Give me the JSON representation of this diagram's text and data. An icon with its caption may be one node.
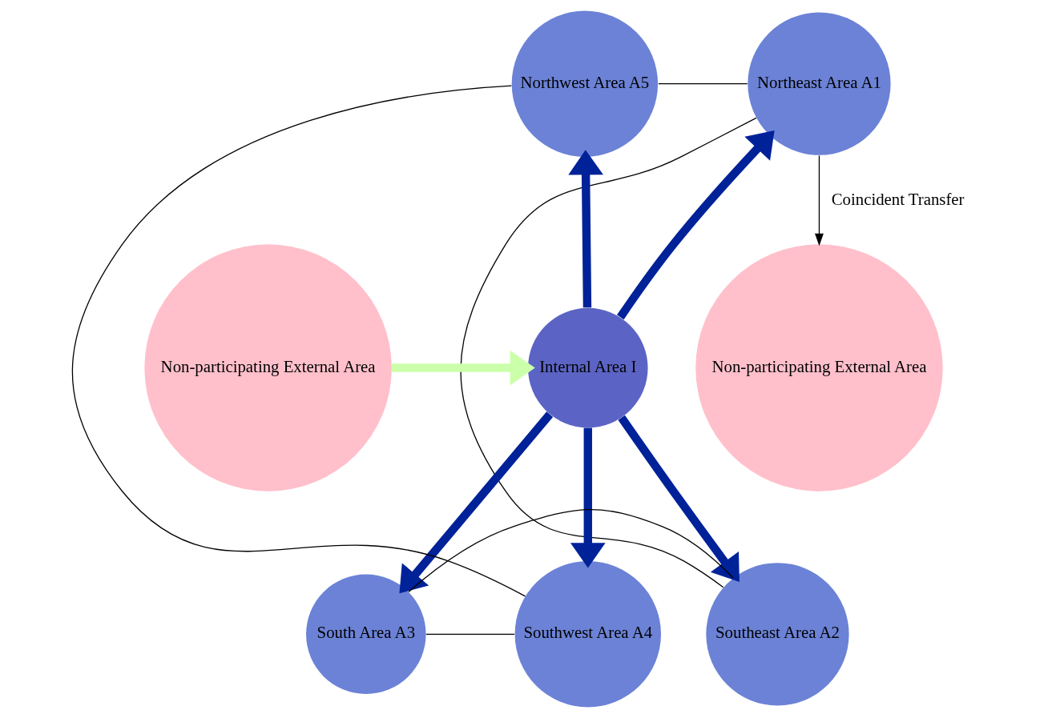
{
  "diagram": {
    "nodes": [
      {
        "text": [
          "Northwest Area A5"
        ]
      },
      {
        "text": [
          "Northeast Area A1"
        ]
      },
      {
        "text": [
          "Non-participating External Area"
        ]
      },
      {
        "text": [
          "Internal Area I"
        ]
      },
      {
        "text": [
          "Non-participating External Area"
        ]
      },
      {
        "text": [
          "Southwest Area A4"
        ]
      },
      {
        "text": [
          "Southeast Area A2"
        ]
      },
      {
        "text": [
          "South Area A3"
        ]
      }
    ],
    "edges": [
      {
        "from": 3,
        "to": 0,
        "arrow": "to",
        "style": "thick",
        "color": "#002299"
      },
      {
        "from": 3,
        "to": 1,
        "arrow": "to",
        "style": "thick",
        "color": "#002299"
      },
      {
        "from": 3,
        "to": 5,
        "arrow": "to",
        "style": "thick",
        "color": "#002299"
      },
      {
        "from": 3,
        "to": 7,
        "arrow": "to",
        "style": "thick",
        "color": "#002299"
      },
      {
        "from": 3,
        "to": 6,
        "arrow": "to",
        "style": "thick",
        "color": "#002299"
      },
      {
        "from": 2,
        "to": 3,
        "arrow": "to",
        "style": "thick",
        "color": "#ccffaa"
      },
      {
        "from": 1,
        "to": 4,
        "arrow": "to",
        "label": "Coincident Transfer"
      },
      {
        "from": 0,
        "to": 1,
        "arrow": "none"
      },
      {
        "from": 1,
        "to": 6,
        "arrow": "none"
      },
      {
        "from": 6,
        "to": 7,
        "arrow": "none"
      },
      {
        "from": 7,
        "to": 5,
        "arrow": "none"
      },
      {
        "from": 5,
        "to": 0,
        "arrow": "none"
      }
    ]
  }
}
